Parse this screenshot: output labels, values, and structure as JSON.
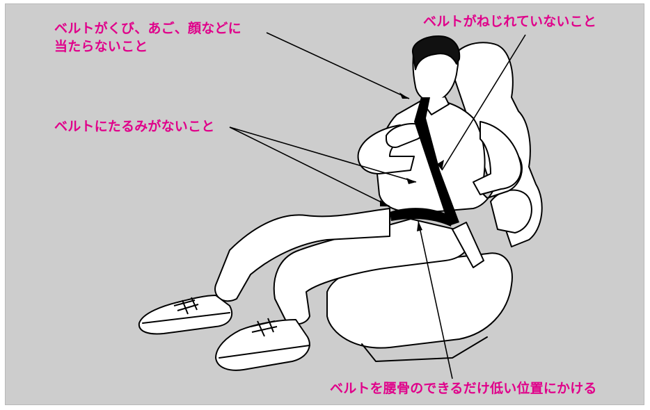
{
  "annotations": {
    "neck_line1": "ベルトがくび、あご、顔などに",
    "neck_line2": "当たらないこと",
    "not_twisted": "ベルトがねじれていないこと",
    "no_slack": "ベルトにたるみがないこと",
    "low_on_hips": "ベルトを腰骨のできるだけ低い位置にかける"
  },
  "colors": {
    "label": "#e0008a",
    "background": "#cdcdcd",
    "line": "#000000",
    "fill": "#ffffff"
  }
}
